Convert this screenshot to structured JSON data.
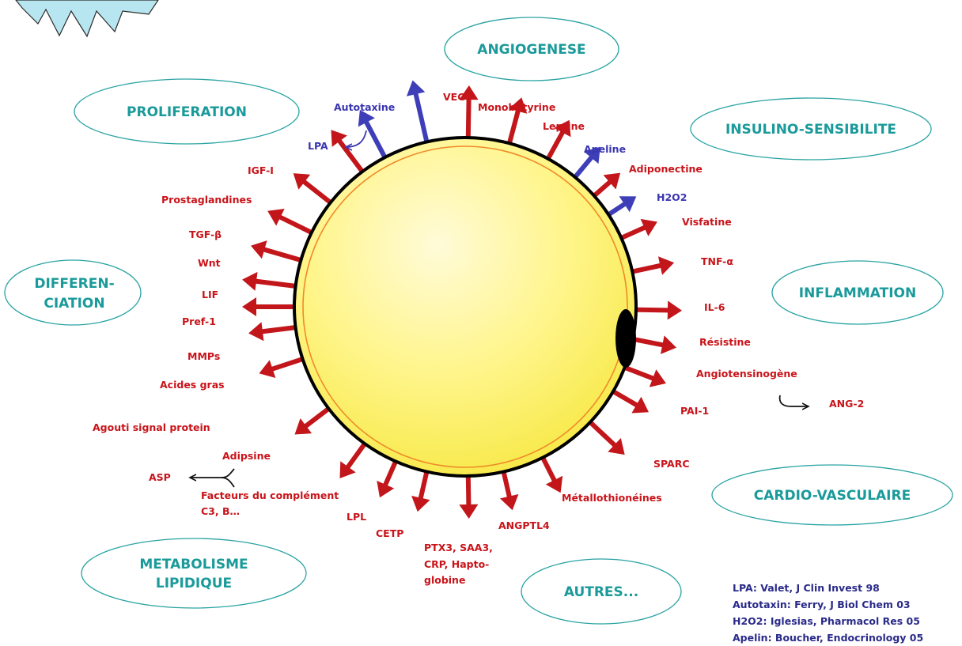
{
  "colors": {
    "red_arrow": "#c2161b",
    "blue_arrow": "#3e3fb8",
    "red_text": "#c8141a",
    "blue_text": "#3a35b0",
    "teal_text": "#1a9a9a",
    "ellipse_stroke": "#2aa3a3",
    "cell_fill": "#fff67a",
    "cell_inner_line": "#f08a2a",
    "ref_text": "#2a2a8a"
  },
  "categories": {
    "angiogenese": "ANGIOGENESE",
    "proliferation": "PROLIFERATION",
    "insulino": "INSULINO-SENSIBILITE",
    "differenciation_1": "DIFFEREN-",
    "differenciation_2": "CIATION",
    "inflammation": "INFLAMMATION",
    "cardio": "CARDIO-VASCULAIRE",
    "metabolisme_1": "METABOLISME",
    "metabolisme_2": "LIPIDIQUE",
    "autres": "AUTRES..."
  },
  "labels": {
    "autotaxine": "Autotaxine",
    "lpa": "LPA",
    "vegf": "VEGF",
    "monobutyrine": "Monobutyrine",
    "leptine": "Leptine",
    "apeline": "Apeline",
    "adiponectine": "Adiponectine",
    "h2o2": "H2O2",
    "visfatine": "Visfatine",
    "tnf": "TNF-α",
    "il6": "IL-6",
    "resistine": "Résistine",
    "angiotensinogene": "Angiotensinogène",
    "ang2": "ANG-2",
    "pai1": "PAI-1",
    "sparc": "SPARC",
    "metallothioneines": "Métallothionéines",
    "angptl4": "ANGPTL4",
    "ptx3_1": "PTX3, SAA3,",
    "ptx3_2": "CRP, Hapto-",
    "ptx3_3": "globine",
    "cetp": "CETP",
    "lpl": "LPL",
    "facteurs_1": "Facteurs du complément",
    "facteurs_2": "C3, B…",
    "adipsine": "Adipsine",
    "asp": "ASP",
    "agouti": "Agouti signal protein",
    "acides": "Acides gras",
    "mmps": "MMPs",
    "pref1": "Pref-1",
    "lif": "LIF",
    "wnt": "Wnt",
    "tgf": "TGF-β",
    "prostaglandines": "Prostaglandines",
    "igf": "IGF-I"
  },
  "references": [
    "LPA: Valet, J Clin Invest 98",
    "Autotaxin: Ferry, J Biol Chem 03",
    "H2O2: Iglesias, Pharmacol Res 05",
    "Apelin: Boucher, Endocrinology 05"
  ]
}
